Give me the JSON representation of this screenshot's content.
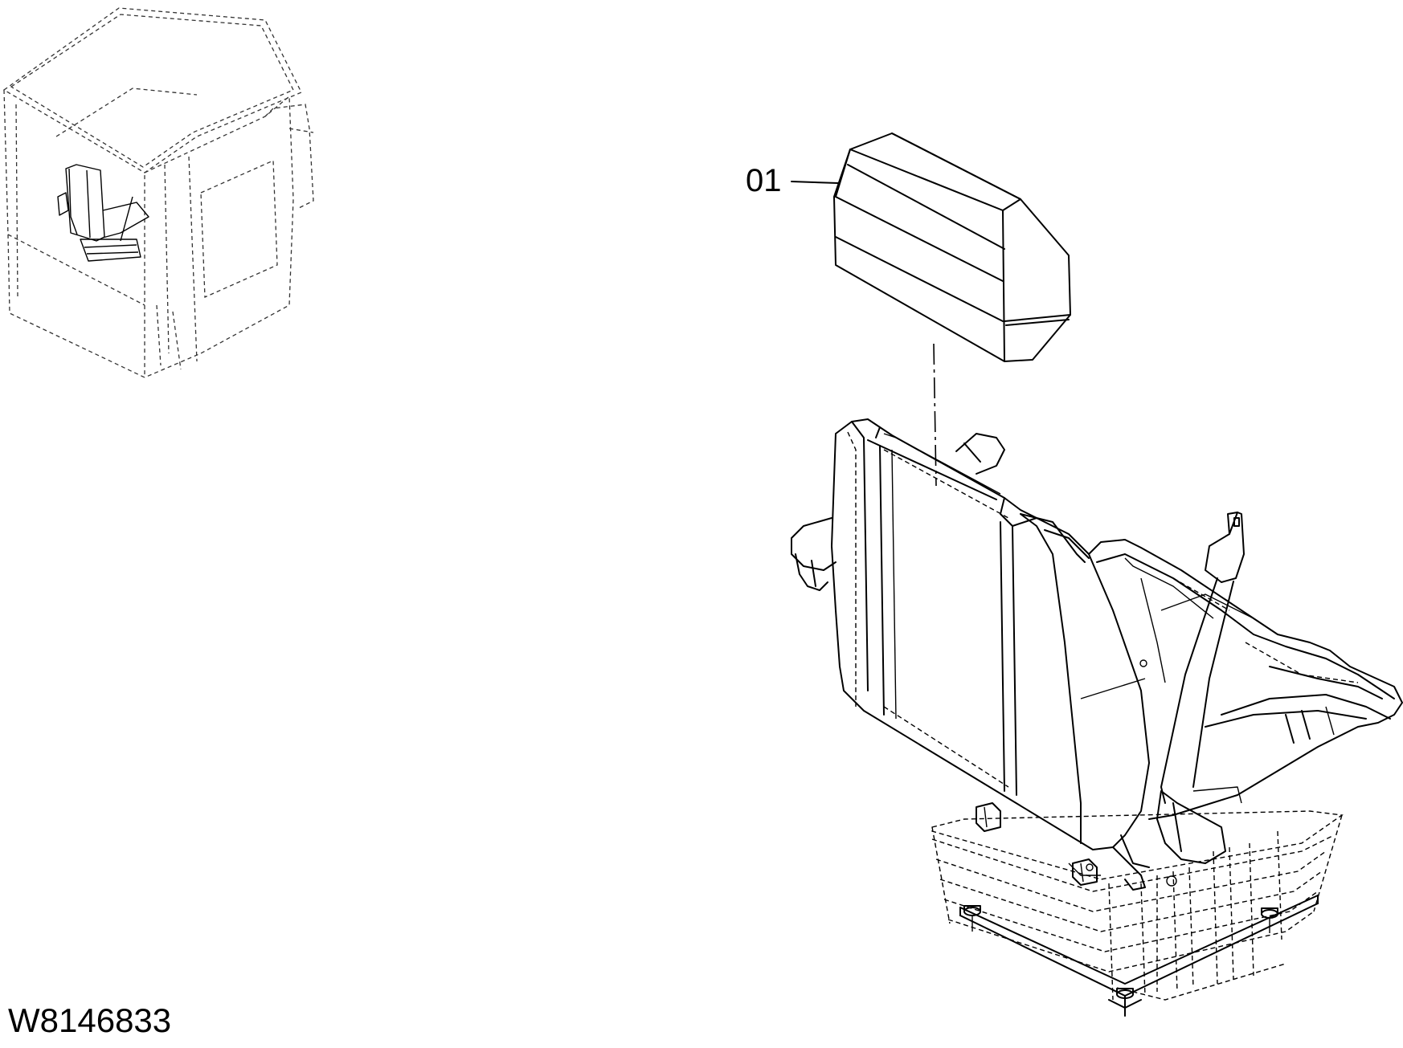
{
  "diagram": {
    "drawing_number": "W8146833",
    "callouts": [
      {
        "label": "01",
        "part": "headrest-cushion"
      }
    ],
    "line_color": "#000000",
    "background_color": "#ffffff"
  }
}
